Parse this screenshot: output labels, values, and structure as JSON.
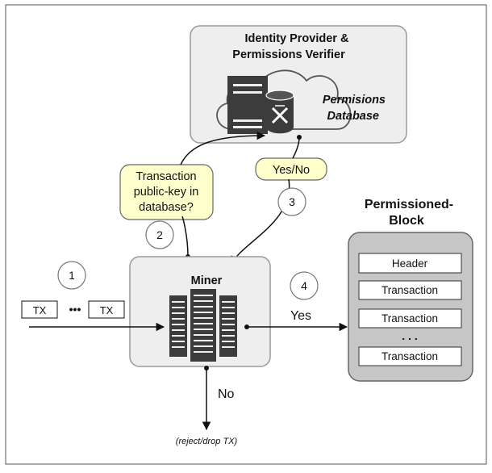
{
  "identity_provider": {
    "title_line1": "Identity Provider &",
    "title_line2": "Permissions Verifier",
    "db_label_line1": "Permisions",
    "db_label_line2": "Database"
  },
  "query_bubble": {
    "line1": "Transaction",
    "line2": "public-key in",
    "line3": "database?"
  },
  "answer_bubble": {
    "text": "Yes/No"
  },
  "steps": {
    "s1": "1",
    "s2": "2",
    "s3": "3",
    "s4": "4"
  },
  "miner": {
    "title": "Miner"
  },
  "transactions": {
    "tx_first": "TX",
    "ellipsis": "•••",
    "tx_last": "TX"
  },
  "block": {
    "title_line1": "Permissioned-",
    "title_line2": "Block",
    "header": "Header",
    "rows": [
      "Transaction",
      "Transaction",
      "Transaction"
    ],
    "ellipsis": ". . ."
  },
  "flow": {
    "yes": "Yes",
    "no": "No",
    "reject": "(reject/drop TX)"
  },
  "colors": {
    "panel_fill": "#eeeeee",
    "panel_stroke": "#9a9a9a",
    "bubble_fill": "#ffffcc",
    "block_fill": "#c6c6c6",
    "icon_dark": "#3c3c3c"
  }
}
